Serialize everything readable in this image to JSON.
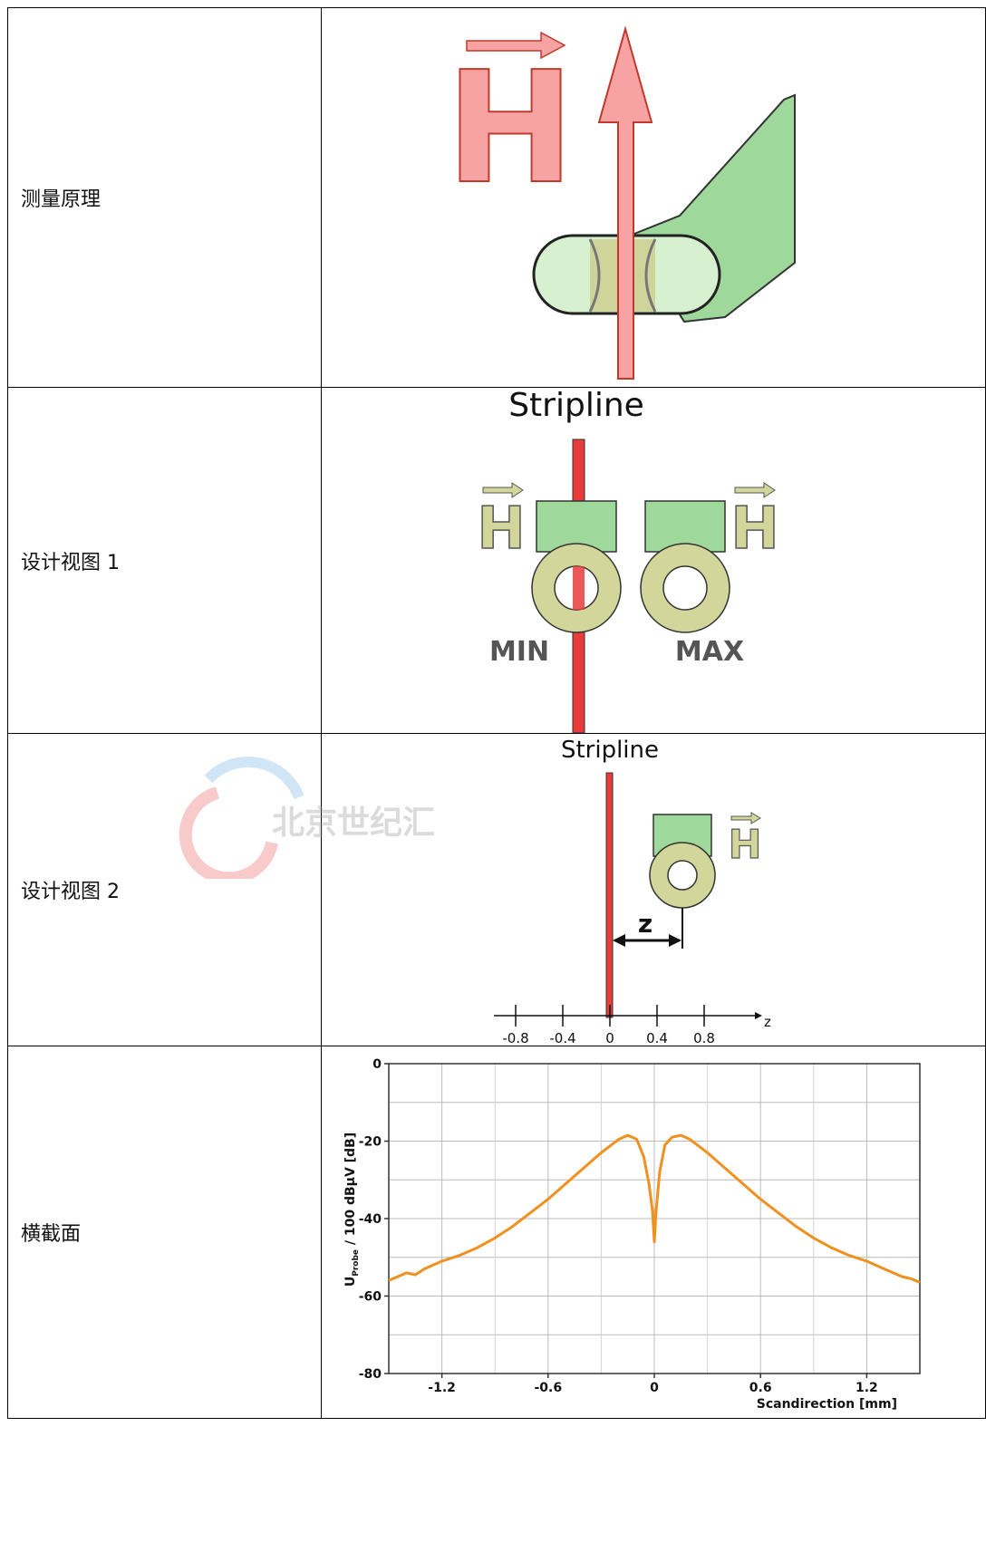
{
  "rows": [
    {
      "label": "测量原理"
    },
    {
      "label": "设计视图 1"
    },
    {
      "label": "设计视图 2"
    },
    {
      "label": "横截面"
    }
  ],
  "fig1": {
    "field_letter": "H"
  },
  "fig2": {
    "title": "Stripline",
    "field_letter": "H",
    "min_label": "MIN",
    "max_label": "MAX"
  },
  "fig3": {
    "title": "Stripline",
    "field_letter": "H",
    "distance_label": "z",
    "axis_label": "z",
    "ticks": [
      "-0.8",
      "-0.4",
      "0",
      "0.4",
      "0.8"
    ]
  },
  "watermark": {
    "text": "北京世纪汇"
  },
  "colors": {
    "probe_green": "#9ed89a",
    "probe_light": "#d6f0d0",
    "ring": "#d2d69a",
    "field_red": "#f7a3a3",
    "stripline_red": "#e83b3b",
    "curve": "#f0901e"
  },
  "chart_data": {
    "type": "line",
    "xlabel": "Scandirection [mm]",
    "ylabel": "U_Probe / 100 dBµV [dB]",
    "ylabel_main": "U",
    "ylabel_sub": "Probe",
    "ylabel_rest": " / 100 dBµV [dB]",
    "xlim": [
      -1.5,
      1.5
    ],
    "ylim": [
      -80,
      0
    ],
    "xticks": [
      -1.2,
      -0.6,
      0,
      0.6,
      1.2
    ],
    "xtick_labels": [
      "-1.2",
      "-0.6",
      "0",
      "0.6",
      "1.2"
    ],
    "yticks": [
      0,
      -20,
      -40,
      -60,
      -80
    ],
    "ytick_labels": [
      "0",
      "-20",
      "-40",
      "-60",
      "-80"
    ],
    "grid": true,
    "series": [
      {
        "x": [
          -1.5,
          -1.45,
          -1.4,
          -1.35,
          -1.3,
          -1.2,
          -1.1,
          -1.0,
          -0.9,
          -0.8,
          -0.7,
          -0.6,
          -0.5,
          -0.4,
          -0.3,
          -0.2,
          -0.15,
          -0.1,
          -0.06,
          -0.03,
          -0.01,
          0,
          0.01,
          0.03,
          0.06,
          0.1,
          0.15,
          0.2,
          0.3,
          0.4,
          0.5,
          0.6,
          0.7,
          0.8,
          0.9,
          1.0,
          1.1,
          1.2,
          1.3,
          1.35,
          1.4,
          1.45,
          1.5
        ],
        "y": [
          -56,
          -55,
          -54,
          -54.5,
          -53,
          -51,
          -49.5,
          -47.5,
          -45,
          -42,
          -38.5,
          -35,
          -31,
          -27,
          -23,
          -19.5,
          -18.5,
          -19.5,
          -24,
          -31,
          -38,
          -46,
          -38,
          -28,
          -21,
          -19,
          -18.5,
          -19.5,
          -23,
          -27,
          -31,
          -35,
          -38.5,
          -42,
          -45,
          -47.5,
          -49.5,
          -51,
          -53,
          -54,
          -55,
          -55.5,
          -56.5
        ]
      }
    ]
  }
}
